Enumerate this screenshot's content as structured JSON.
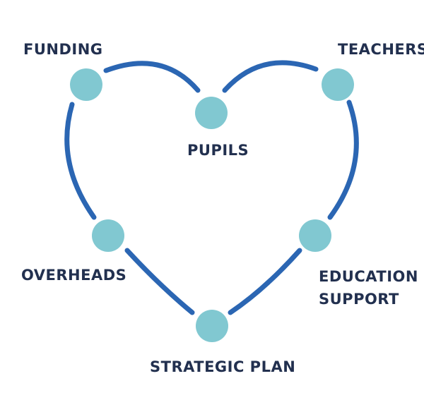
{
  "colors": {
    "heart_stroke": "#2b66b3",
    "node_fill": "#81c8d1",
    "label_text": "#22304f",
    "background": "#ffffff"
  },
  "nodes": {
    "funding": "FUNDING",
    "teachers": "TEACHERS",
    "pupils": "PUPILS",
    "overheads": "OVERHEADS",
    "education_support_line1": "EDUCATION",
    "education_support_line2": "SUPPORT",
    "strategic_plan": "STRATEGIC PLAN"
  }
}
